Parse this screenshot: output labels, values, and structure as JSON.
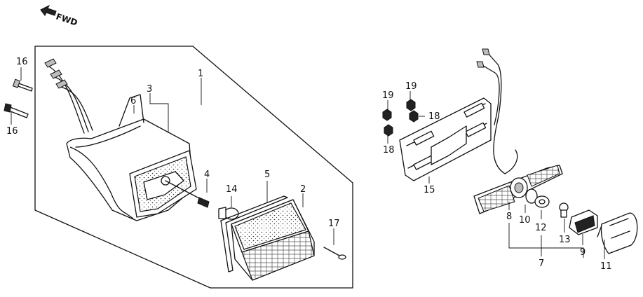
{
  "direction_marker": {
    "text": "FWD",
    "icon": "forward-arrow-icon"
  },
  "callouts": [
    {
      "id": "c1",
      "text": "1"
    },
    {
      "id": "c2",
      "text": "2"
    },
    {
      "id": "c3",
      "text": "3"
    },
    {
      "id": "c4",
      "text": "4"
    },
    {
      "id": "c5",
      "text": "5"
    },
    {
      "id": "c6",
      "text": "6"
    },
    {
      "id": "c7",
      "text": "7"
    },
    {
      "id": "c8",
      "text": "8"
    },
    {
      "id": "c9",
      "text": "9"
    },
    {
      "id": "c10",
      "text": "10"
    },
    {
      "id": "c11",
      "text": "11"
    },
    {
      "id": "c12",
      "text": "12"
    },
    {
      "id": "c13",
      "text": "13"
    },
    {
      "id": "c14",
      "text": "14"
    },
    {
      "id": "c15",
      "text": "15"
    },
    {
      "id": "c16a",
      "text": "16"
    },
    {
      "id": "c16b",
      "text": "16"
    },
    {
      "id": "c17",
      "text": "17"
    },
    {
      "id": "c18a",
      "text": "18"
    },
    {
      "id": "c18b",
      "text": "18"
    },
    {
      "id": "c19a",
      "text": "19"
    },
    {
      "id": "c19b",
      "text": "19"
    }
  ]
}
